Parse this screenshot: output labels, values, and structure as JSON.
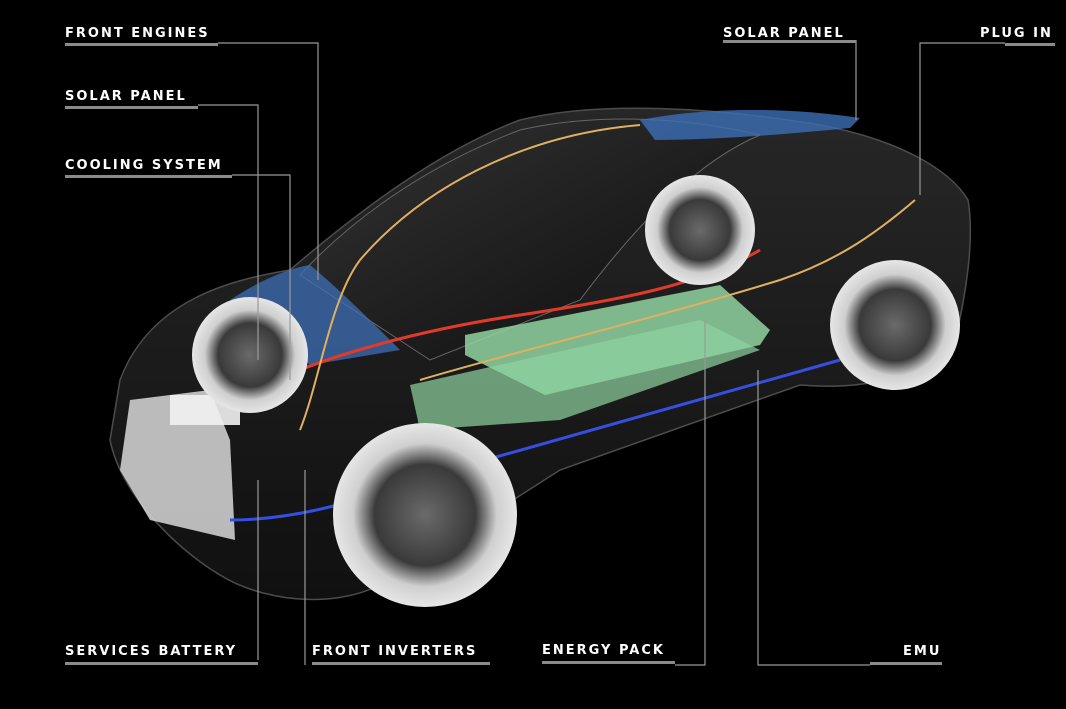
{
  "labels": {
    "front_engines": "FRONT ENGINES",
    "solar_panel_left": "SOLAR PANEL",
    "cooling_system": "COOLING SYSTEM",
    "solar_panel_right": "SOLAR PANEL",
    "plug_in": "PLUG IN",
    "services_battery": "SERVICES BATTERY",
    "front_inverters": "FRONT INVERTERS",
    "energy_pack": "ENERGY PACK",
    "emu": "EMU"
  },
  "colors": {
    "background": "#000000",
    "label_text": "#ffffff",
    "label_underline": "#8a8a8a",
    "leader_line": "#9a9a9a",
    "solar_panel": "#3c6fb5",
    "energy_pack": "#8fd3a0",
    "hv_cable": "#e03a2a",
    "lv_cable": "#3550e0",
    "signal_cable": "#e0b060"
  }
}
